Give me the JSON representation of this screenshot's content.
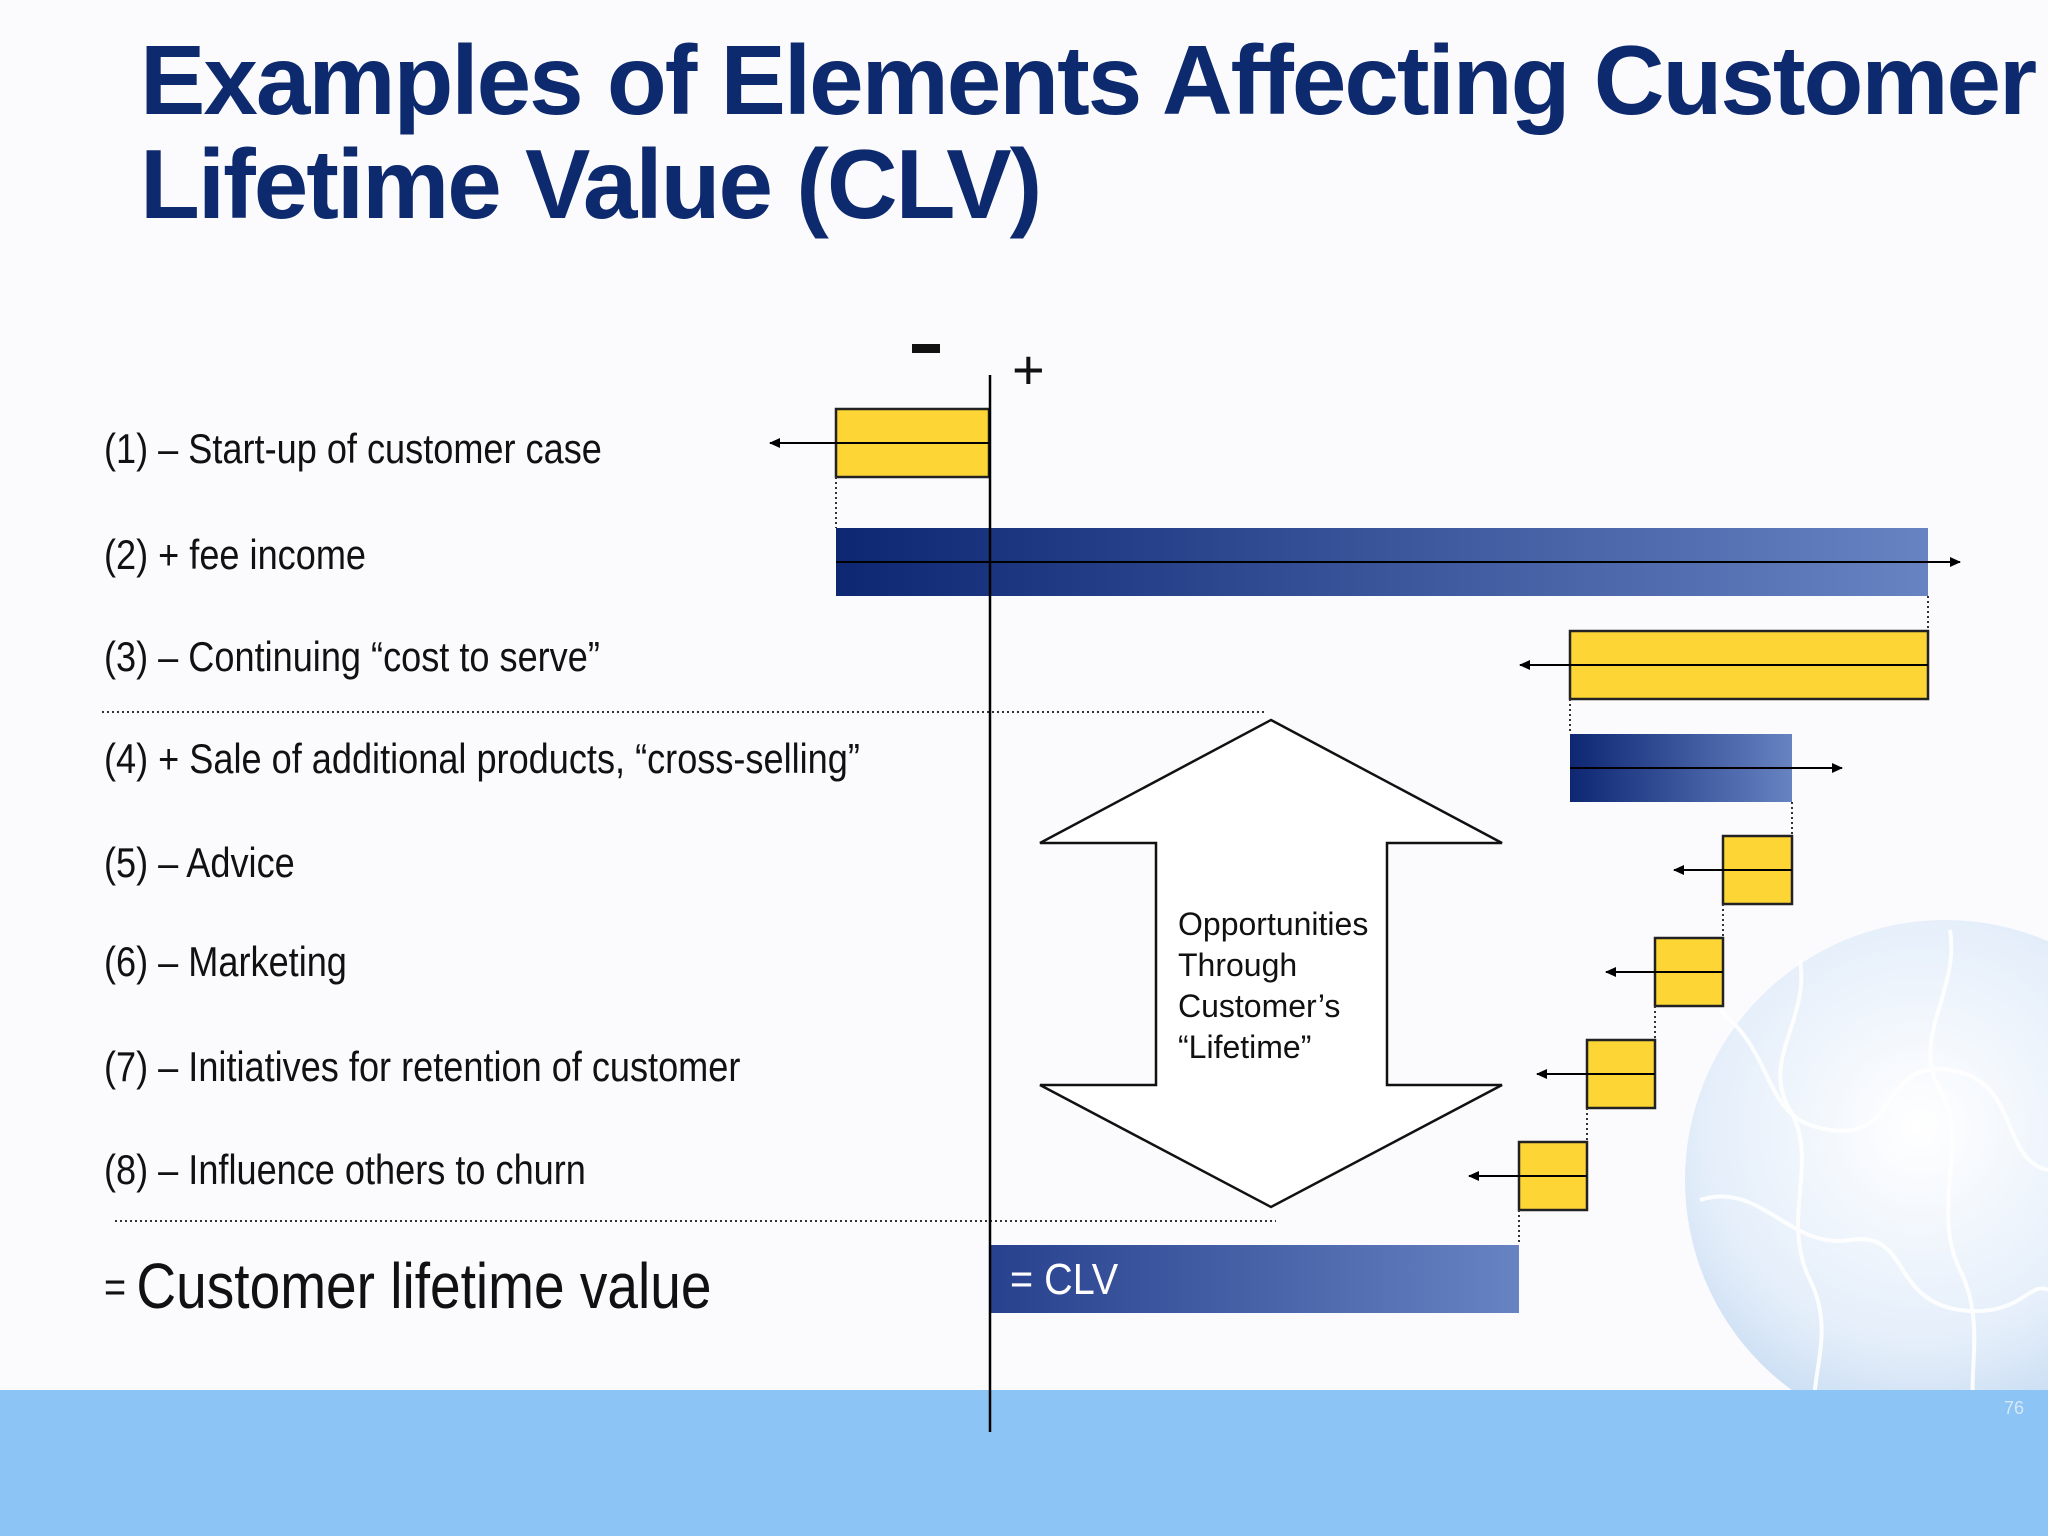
{
  "title": {
    "line1": "Examples of Elements Affecting Customer",
    "line2": "Lifetime Value (CLV)"
  },
  "axis": {
    "negative_sign": "-",
    "positive_sign": "+"
  },
  "rows": [
    {
      "label": "(1) – Start-up of customer case"
    },
    {
      "label": "(2) + fee income"
    },
    {
      "label": "(3) – Continuing “cost to serve”"
    },
    {
      "label": "(4) + Sale of additional products, “cross-selling”"
    },
    {
      "label": "(5) – Advice"
    },
    {
      "label": "(6) – Marketing"
    },
    {
      "label": "(7) – Initiatives for retention of customer"
    },
    {
      "label": "(8) – Influence others to churn"
    }
  ],
  "total": {
    "prefix": "=",
    "label": "Customer lifetime value",
    "bar_label": "= CLV"
  },
  "double_arrow": {
    "line1": "Opportunities",
    "line2": "Through",
    "line3": "Customer’s",
    "line4": "“Lifetime”"
  },
  "page_number": "76",
  "colors": {
    "title": "#0e2a6e",
    "cost_box": "#fdd635",
    "income_dark": "#0d2773",
    "income_light": "#6883c2",
    "bottom_band": "#8cc4f6"
  }
}
